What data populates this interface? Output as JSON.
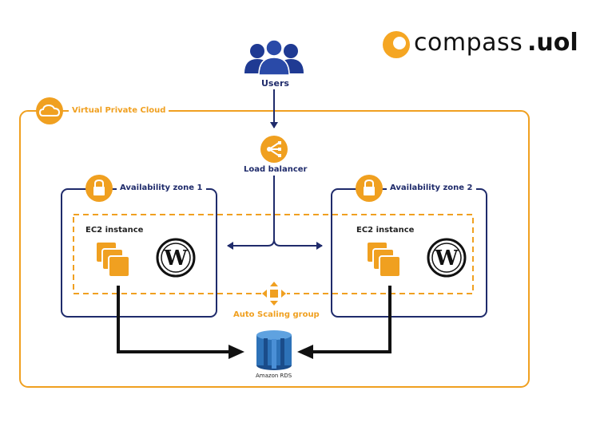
{
  "brand": {
    "name_part1": "compass",
    "name_part2": ".uol"
  },
  "labels": {
    "users": "Users",
    "vpc": "Virtual Private Cloud",
    "load_balancer": "Load balancer",
    "az1": "Availability zone 1",
    "az2": "Availability zone 2",
    "ec2_left": "EC2 instance",
    "ec2_right": "EC2 instance",
    "auto_scaling": "Auto Scaling group",
    "rds": "Amazon RDS"
  },
  "icons": {
    "users": "users-icon",
    "vpc": "cloud-icon",
    "load_balancer": "load-balancer-icon",
    "az": "lock-icon",
    "ec2": "ec2-instances-icon",
    "wordpress": "wordpress-icon",
    "auto_scaling": "auto-scaling-icon",
    "rds": "database-icon"
  },
  "colors": {
    "aws_orange": "#f0a020",
    "navy": "#1f2b6b",
    "brand_orange": "#f5a623",
    "brand_red": "#e5202f",
    "rds_blue": "#2d72b8"
  }
}
